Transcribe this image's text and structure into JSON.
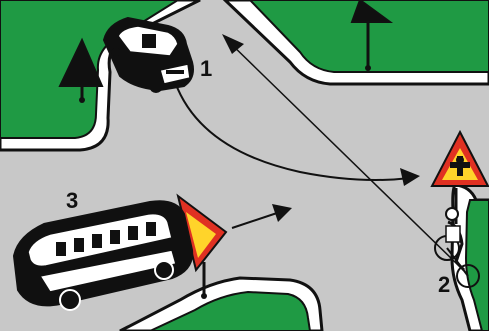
{
  "scene": {
    "labels": {
      "car": "1",
      "cyclist": "2",
      "bus": "3"
    },
    "colors": {
      "road": "#c8c8c8",
      "grass": "#1f9a44",
      "curb": "#ffffff",
      "outline": "#111111",
      "sign_red": "#e03122",
      "sign_yellow": "#ffd42a",
      "vehicle_black": "#101010",
      "vehicle_white": "#ffffff",
      "arrow": "#111111"
    },
    "icons": {
      "priority_sign": "yellow-triangle-priority-sign-icon",
      "intersection_sign": "intersection-warning-sign-icon",
      "black_flag": "black-triangle-flag-icon"
    }
  }
}
